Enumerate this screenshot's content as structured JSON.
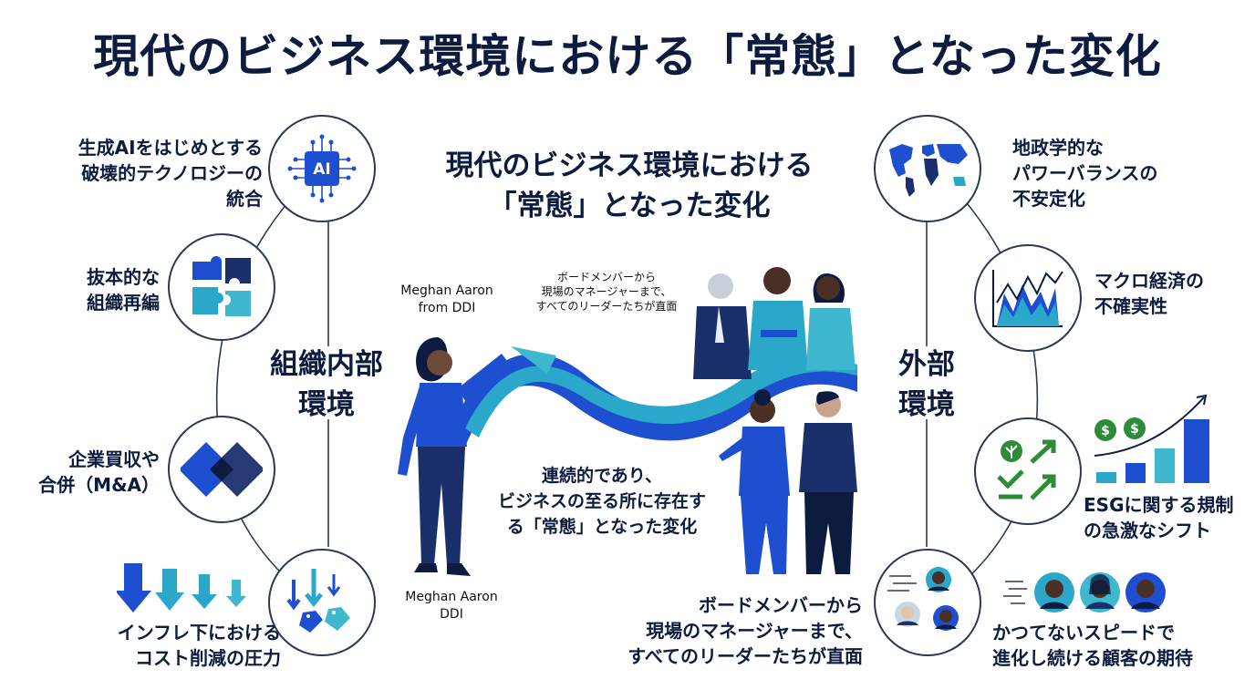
{
  "title": "現代のビジネス環境における「常態」となった変化",
  "center": {
    "title_lines": [
      "現代のビジネス環境における",
      "「常態」となった変化"
    ],
    "description_lines": [
      "連続的であり、",
      "ビジネスの至る所に存在す",
      "る「常態」となった変化"
    ],
    "credit_top_lines": [
      "Meghan Aaron",
      "from DDI"
    ],
    "credit_bottom_lines": [
      "Meghan Aaron",
      "DDI"
    ],
    "board_note_small_lines": [
      "ボードメンバーから",
      "現場のマネージャーまで、",
      "すべてのリーダーたちが直面"
    ],
    "board_note_lines": [
      "ボードメンバーから",
      "現場のマネージャーまで、",
      "すべてのリーダーたちが直面"
    ]
  },
  "internal": {
    "label_lines": [
      "組織内部",
      "環境"
    ],
    "items": [
      {
        "icon": "ai-chip-icon",
        "lines": [
          "生成AIをはじめとする",
          "破壊的テクノロジーの",
          "統合"
        ]
      },
      {
        "icon": "puzzle-icon",
        "lines": [
          "抜本的な",
          "組織再編"
        ]
      },
      {
        "icon": "merge-diamonds-icon",
        "lines": [
          "企業買収や",
          "合併（M&A）"
        ]
      },
      {
        "icon": "cost-down-icon",
        "lines": [
          "インフレ下における",
          "コスト削減の圧力"
        ]
      }
    ]
  },
  "external": {
    "label_lines": [
      "外部",
      "環境"
    ],
    "items": [
      {
        "icon": "world-map-icon",
        "lines": [
          "地政学的な",
          "パワーバランスの",
          "不安定化"
        ]
      },
      {
        "icon": "volatile-chart-icon",
        "lines": [
          "マクロ経済の",
          "不確実性"
        ]
      },
      {
        "icon": "esg-icon",
        "lines": [
          "ESGに関する規制",
          "の急激なシフト"
        ]
      },
      {
        "icon": "customers-icon",
        "lines": [
          "かつてないスピードで",
          "進化し続ける顧客の期待"
        ]
      }
    ]
  },
  "colors": {
    "navy": "#0d1b3e",
    "blue": "#1f4fd1",
    "cyan": "#2aa7c9",
    "teal": "#3fb8cf",
    "dark_blue": "#1b2f6b"
  }
}
